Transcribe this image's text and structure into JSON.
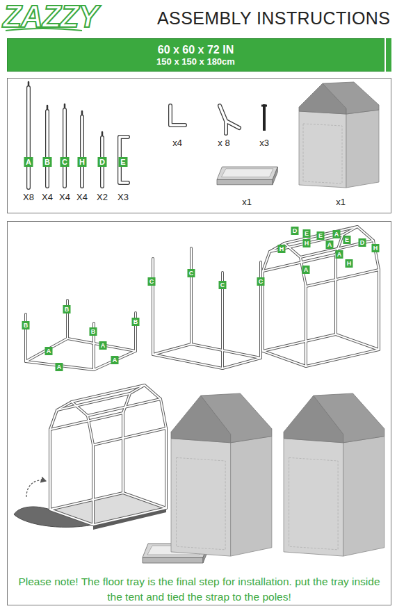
{
  "diagram": {
    "title": "ASSEMBLY INSTRUCTIONS",
    "nodes": [
      {
        "text": [
          "60 x 60 x 72 IN",
          "150 x 150 x 180cm"
        ]
      }
    ],
    "labels": [
      "ZAZZY",
      "A",
      "B",
      "C",
      "H",
      "D",
      "E",
      "X8",
      "X4",
      "X4",
      "X4",
      "X2",
      "X3",
      "x4",
      "x 8",
      "x3",
      "x1",
      "x1",
      "B",
      "B",
      "B",
      "B",
      "A",
      "A",
      "A",
      "A",
      "C",
      "C",
      "C",
      "C",
      "D",
      "E",
      "E",
      "A",
      "E",
      "D",
      "H",
      "A",
      "H",
      "A",
      "H",
      "H",
      "A",
      "Please note! The floor tray is the final step for installation. put the tray inside the tent and tied the strap to the poles!"
    ]
  }
}
